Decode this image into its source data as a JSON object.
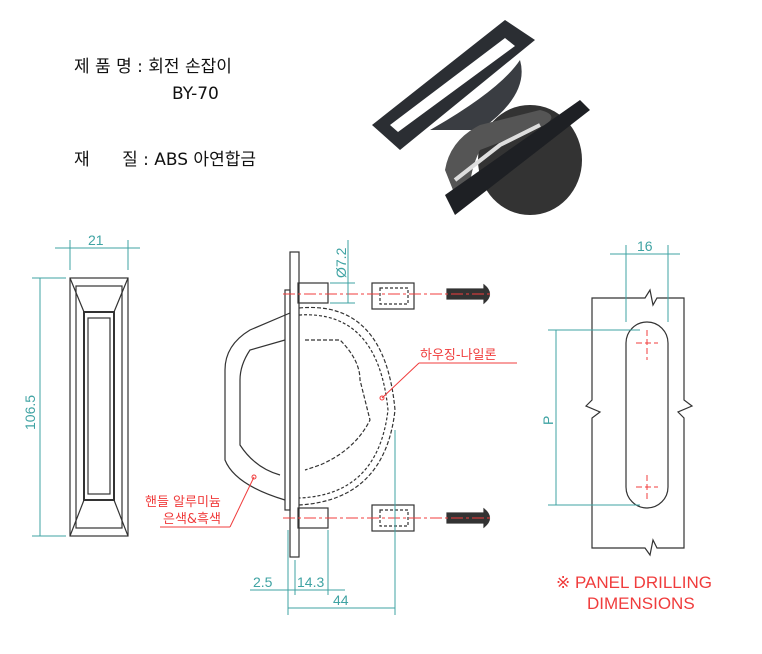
{
  "spec": {
    "product_label": "제 품 명 : 회전 손잡이",
    "model": "BY-70",
    "material_label": "재      질 : ABS 아연합금"
  },
  "dimensions": {
    "front_width": "21",
    "front_height": "106.5",
    "boss_diameter": "Ø7.2",
    "plate_thickness": "2.5",
    "boss_length": "14.3",
    "total_depth": "44",
    "drill_width": "16",
    "pitch": "P"
  },
  "callouts": {
    "housing": "하우징-나일론",
    "handle_line1": "핸들 알루미늄",
    "handle_line2": "은색&흑색"
  },
  "note": {
    "line1": "※ PANEL DRILLING",
    "line2": "DIMENSIONS"
  },
  "colors": {
    "dimension": "#3fa3a3",
    "callout": "#f03c3c"
  }
}
